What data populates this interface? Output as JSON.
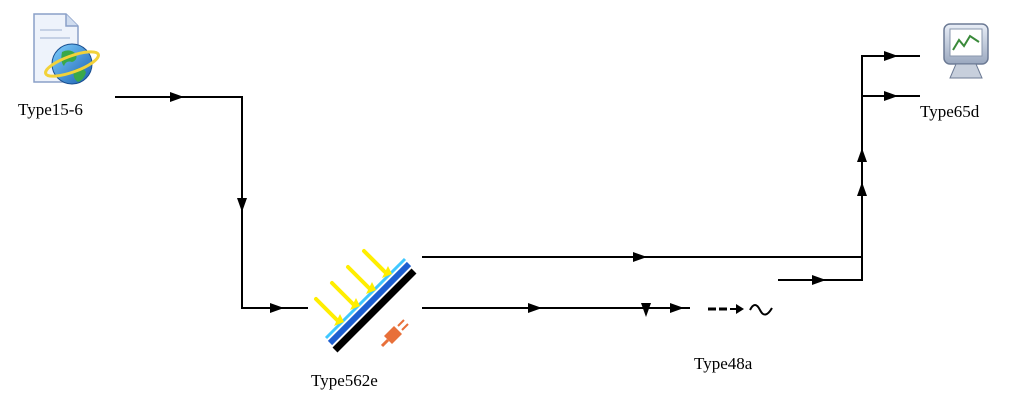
{
  "components": {
    "weather": {
      "label": "Type15-6",
      "icon": "weather-globe-icon"
    },
    "collector": {
      "label": "Type562e",
      "icon": "pv-collector-icon"
    },
    "inverter": {
      "label": "Type48a",
      "icon": "inverter-icon"
    },
    "plotter": {
      "label": "Type65d",
      "icon": "online-plotter-icon"
    }
  },
  "colors": {
    "line": "#000000",
    "sun_rays": "#ffee00",
    "panel_blue": "#1e5fd0",
    "panel_cyan": "#40c8ff",
    "plug": "#e8703a"
  }
}
